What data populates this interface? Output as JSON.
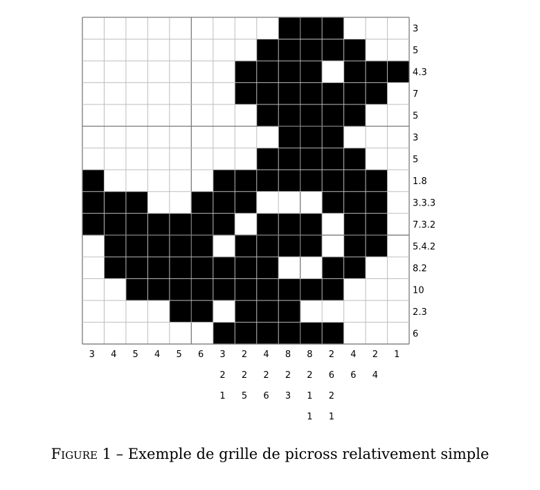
{
  "grid": {
    "rows": 15,
    "cols": 15,
    "cells": [
      "000000000111000",
      "000000001111100",
      "000000011110111",
      "000000011111110",
      "000000001111100",
      "000000000111000",
      "000000001111100",
      "100000111111110",
      "111001110001110",
      "111111101110110",
      "011111011110110",
      "011111111001100",
      "001111111111000",
      "000011011100000",
      "000000111111000"
    ]
  },
  "row_clues": [
    "3",
    "5",
    "4.3",
    "7",
    "5",
    "3",
    "5",
    "1.8",
    "3.3.3",
    "7.3.2",
    "5.4.2",
    "8.2",
    "10",
    "2.3",
    "6"
  ],
  "col_clues": [
    [
      "3"
    ],
    [
      "4"
    ],
    [
      "5"
    ],
    [
      "4"
    ],
    [
      "5"
    ],
    [
      "6"
    ],
    [
      "3",
      "2",
      "1"
    ],
    [
      "2",
      "2",
      "5"
    ],
    [
      "4",
      "2",
      "6"
    ],
    [
      "8",
      "2",
      "3"
    ],
    [
      "8",
      "2",
      "1",
      "1"
    ],
    [
      "2",
      "6",
      "2",
      "1"
    ],
    [
      "4",
      "6"
    ],
    [
      "2",
      "4"
    ],
    [
      "1"
    ]
  ],
  "caption": {
    "prefix": "Figure",
    "text": " 1 – Exemple de grille de picross relativement simple"
  }
}
